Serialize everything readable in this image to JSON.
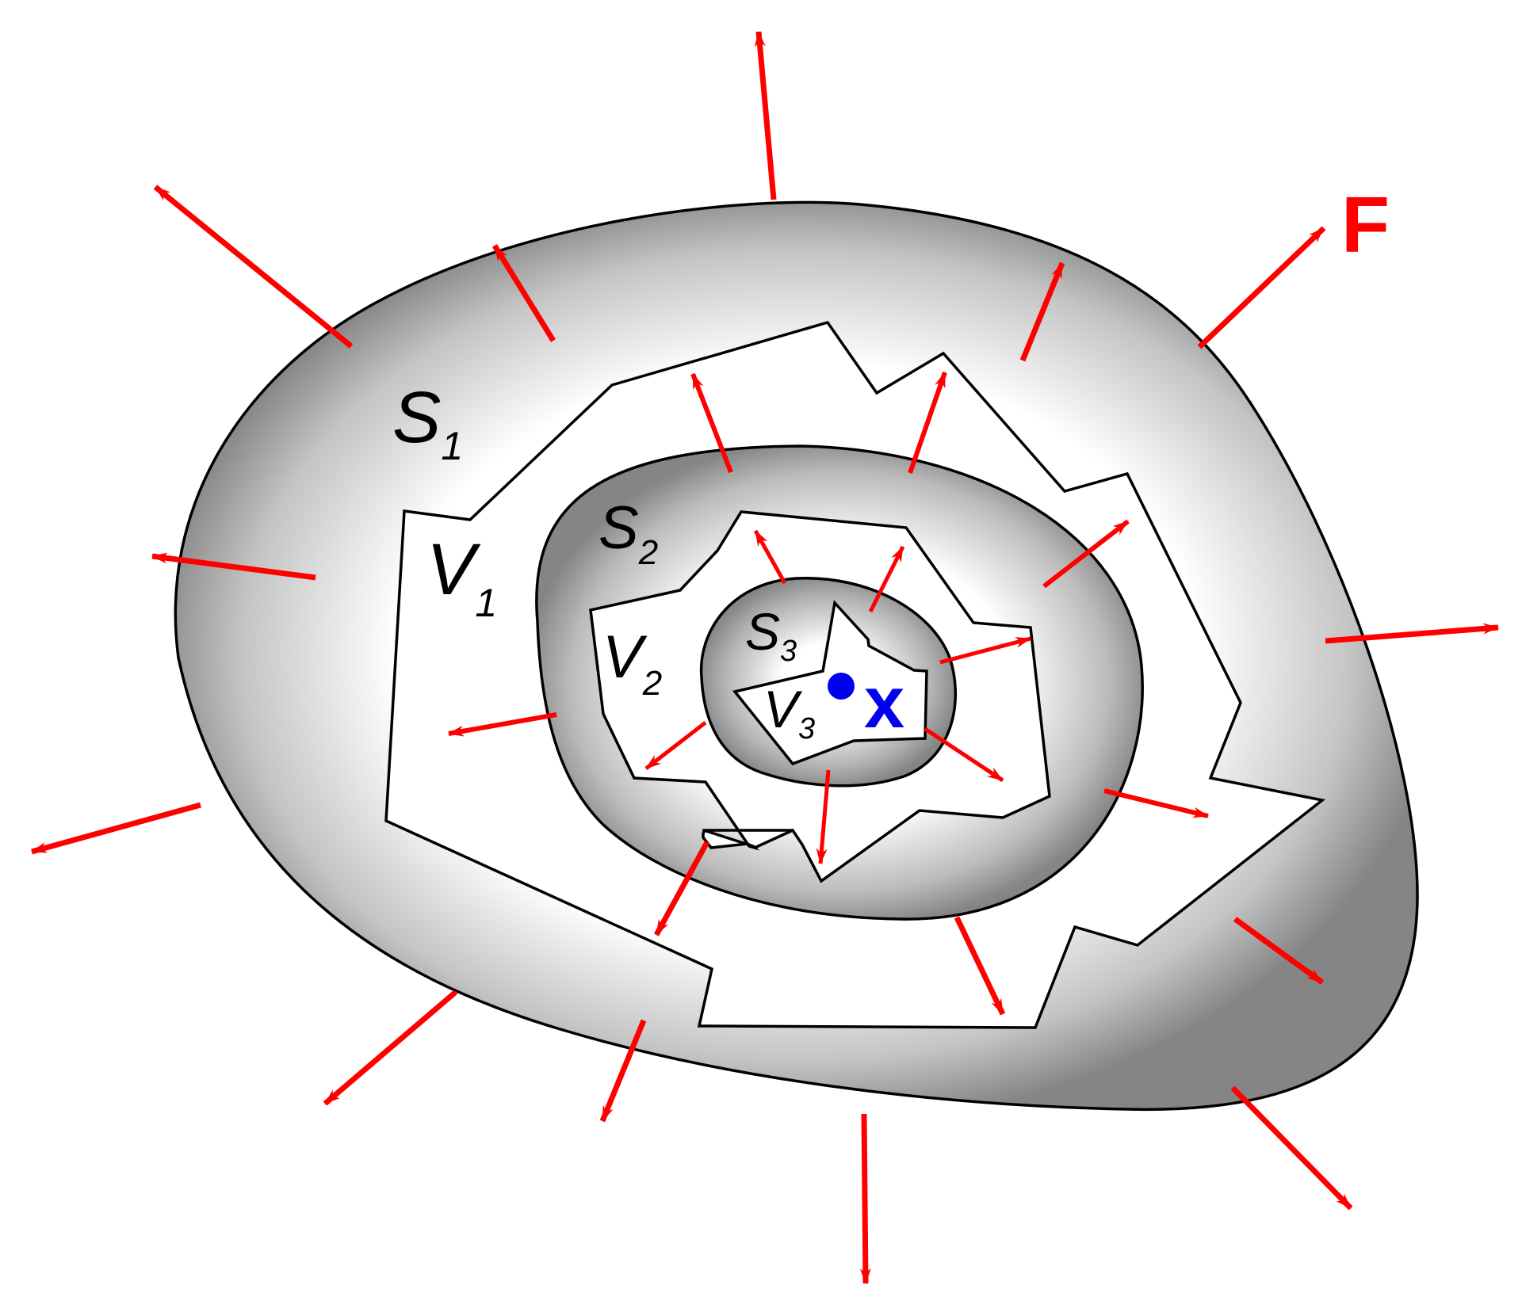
{
  "diagram": {
    "colors": {
      "arrow": "#ff0000",
      "point": "#0000ee",
      "surface_dark": "#878787",
      "surface_light": "#ffffff",
      "outline": "#000000"
    },
    "labels": {
      "s1": {
        "main": "S",
        "sub": "1"
      },
      "s2": {
        "main": "S",
        "sub": "2"
      },
      "s3": {
        "main": "S",
        "sub": "3"
      },
      "v1": {
        "main": "V",
        "sub": "1"
      },
      "v2": {
        "main": "V",
        "sub": "2"
      },
      "v3": {
        "main": "V",
        "sub": "3"
      }
    },
    "field_label": "F",
    "point_label": "x"
  }
}
